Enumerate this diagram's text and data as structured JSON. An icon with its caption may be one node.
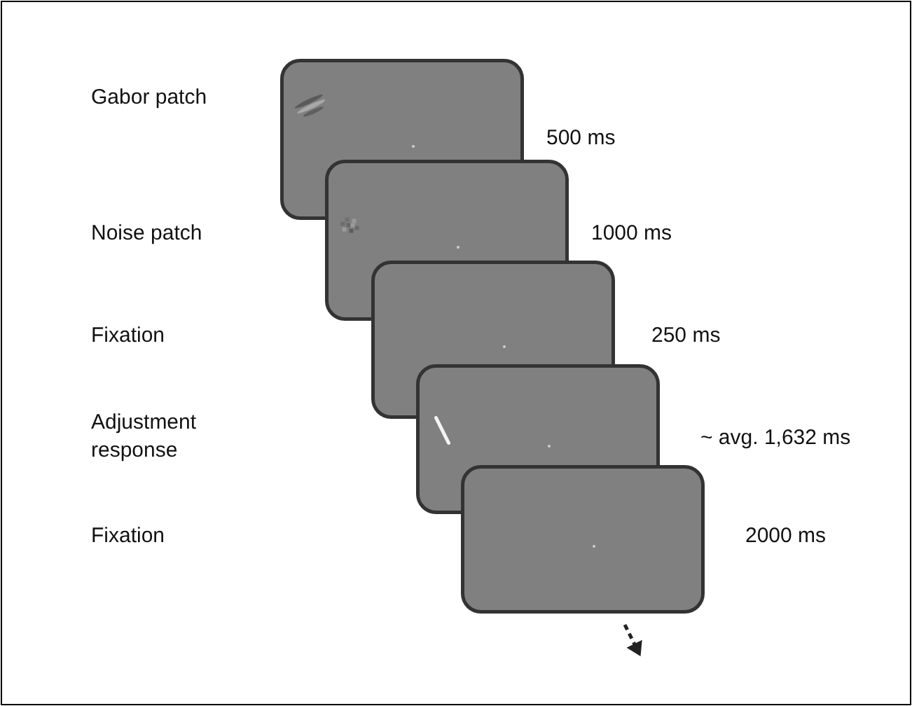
{
  "diagram": {
    "labels": [
      "Gabor patch",
      "500 ms",
      "Noise patch",
      "1000 ms",
      "Fixation",
      "250 ms",
      "Adjustment response",
      "~ avg. 1,632 ms",
      "Fixation",
      "2000 ms"
    ]
  }
}
